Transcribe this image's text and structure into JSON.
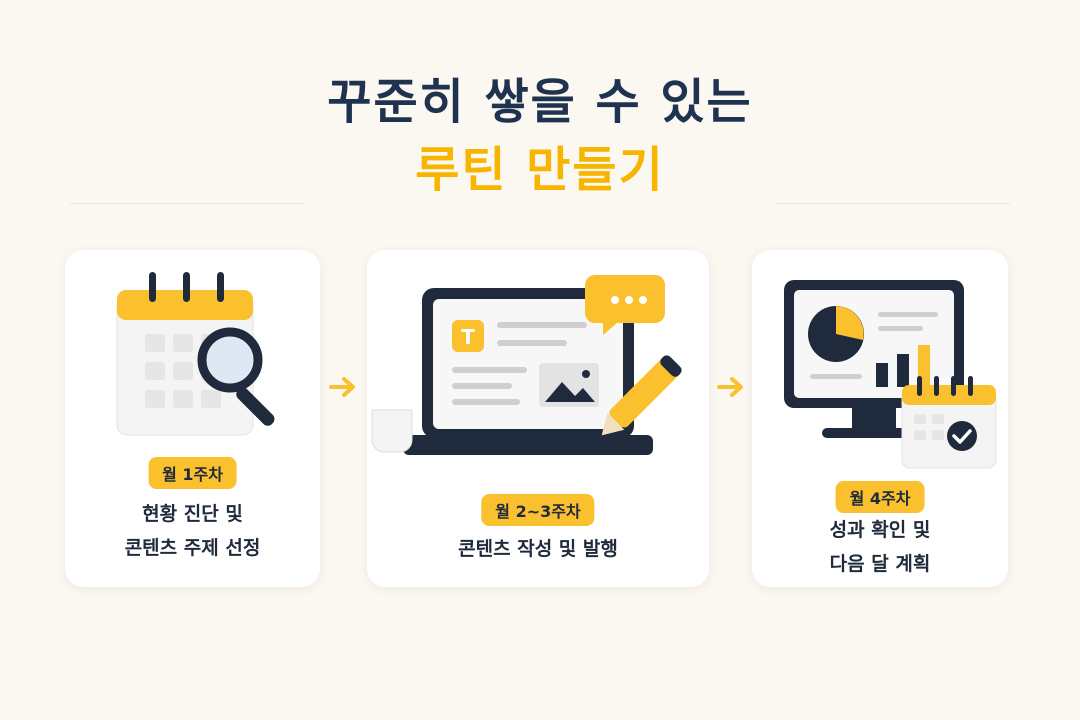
{
  "title": {
    "line1": "꾸준히 쌓을 수 있는",
    "line2": "루틴 만들기"
  },
  "steps": [
    {
      "badge": "월 1주차",
      "desc_line1": "현황 진단 및",
      "desc_line2": "콘텐츠 주제 선정",
      "illustration": "calendar-with-magnifier"
    },
    {
      "badge": "월 2~3주차",
      "desc_line1": "콘텐츠 작성 및 발행",
      "illustration": "laptop-with-document-and-pencil"
    },
    {
      "badge": "월 4주차",
      "desc_line1": "성과 확인 및",
      "desc_line2": "다음 달 계획",
      "illustration": "monitor-with-charts-and-calendar"
    }
  ],
  "icon_glyphs": {
    "laptop_document": "T"
  },
  "colors": {
    "accent": "#fbc02d",
    "navy": "#1f3350",
    "background": "#fbf8f2"
  }
}
